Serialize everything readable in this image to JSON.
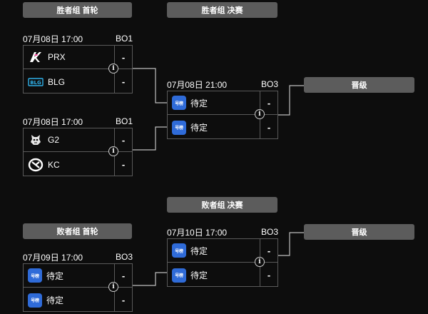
{
  "headers": {
    "upper_r1": "胜者组 首轮",
    "upper_final": "胜者组 决赛",
    "lower_r1": "败者组 首轮",
    "lower_final": "败者组 决赛",
    "advance_upper": "晋级",
    "advance_lower": "晋级"
  },
  "tbd_badge_text": "号榜",
  "matches": {
    "m1": {
      "time": "07月08日 17:00",
      "format": "BO1",
      "team1": {
        "name": "PRX",
        "logo": "prx-logo",
        "score": "-"
      },
      "team2": {
        "name": "BLG",
        "logo": "blg-logo",
        "score": "-"
      }
    },
    "m2": {
      "time": "07月08日 17:00",
      "format": "BO1",
      "team1": {
        "name": "G2",
        "logo": "g2-logo",
        "score": "-"
      },
      "team2": {
        "name": "KC",
        "logo": "kc-logo",
        "score": "-"
      }
    },
    "m3": {
      "time": "07月08日 21:00",
      "format": "BO3",
      "team1": {
        "name": "待定",
        "logo": "tbd-logo",
        "score": "-"
      },
      "team2": {
        "name": "待定",
        "logo": "tbd-logo",
        "score": "-"
      }
    },
    "m4": {
      "time": "07月09日 17:00",
      "format": "BO3",
      "team1": {
        "name": "待定",
        "logo": "tbd-logo",
        "score": "-"
      },
      "team2": {
        "name": "待定",
        "logo": "tbd-logo",
        "score": "-"
      }
    },
    "m5": {
      "time": "07月10日 17:00",
      "format": "BO3",
      "team1": {
        "name": "待定",
        "logo": "tbd-logo",
        "score": "-"
      },
      "team2": {
        "name": "待定",
        "logo": "tbd-logo",
        "score": "-"
      }
    }
  },
  "info_icon_glyph": "i",
  "colors": {
    "background": "#0d0d0d",
    "pill": "#5c5c5c",
    "border": "#5a5a5a",
    "tbd_badge": "#2f6bd8",
    "connector": "#bfbfbf"
  }
}
